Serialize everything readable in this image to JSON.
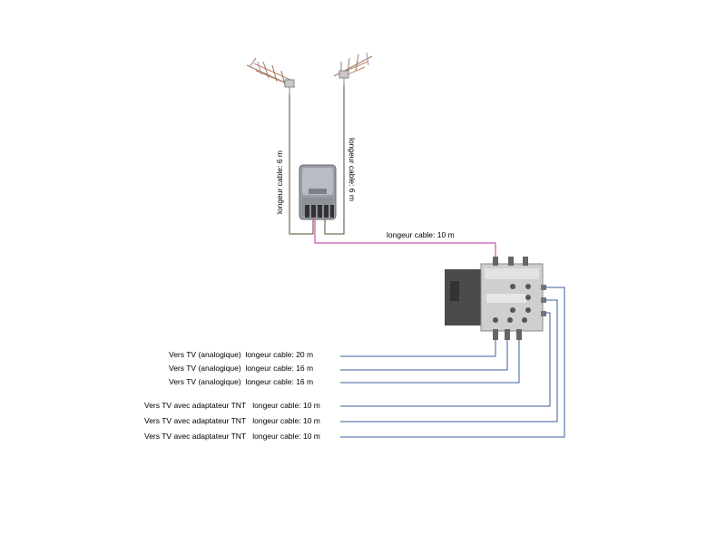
{
  "cables": {
    "antenna_left": "longeur cable: 6 m",
    "antenna_right": "longeur cable: 6 m",
    "to_distributor": "longeur cable: 10 m"
  },
  "outputs": [
    {
      "dest": "Vers TV  (analogique)",
      "length": "longeur cable: 20 m"
    },
    {
      "dest": "Vers TV  (analogique)",
      "length": "longeur cable: 16 m"
    },
    {
      "dest": "Vers TV  (analogique)",
      "length": "longeur cable: 16 m"
    },
    {
      "dest": "Vers TV  avec adaptateur TNT",
      "length": "longeur cable: 10 m"
    },
    {
      "dest": "Vers TV  avec adaptateur TNT",
      "length": "longeur cable: 10 m"
    },
    {
      "dest": "Vers TV  avec adaptateur TNT",
      "length": "longeur cable: 10 m"
    }
  ],
  "colors": {
    "antenna_cable": "#5a4a30",
    "link_cable": "#cc55aa",
    "output_cable": "#3a5f9f",
    "device_body": "#9a9a9a"
  }
}
